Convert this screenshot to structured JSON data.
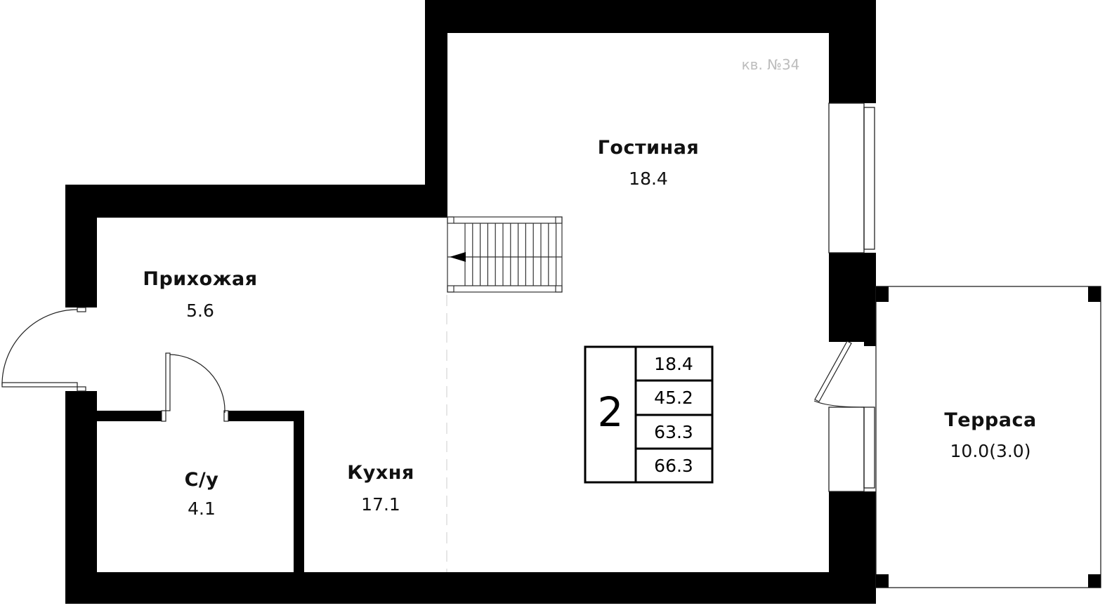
{
  "apartment_label": "кв. №34",
  "rooms": [
    {
      "name": "Гостиная",
      "area": "18.4"
    },
    {
      "name": "Прихожая",
      "area": "5.6"
    },
    {
      "name": "С/у",
      "area": "4.1"
    },
    {
      "name": "Кухня",
      "area": "17.1"
    },
    {
      "name": "Терраса",
      "area": "10.0(3.0)"
    }
  ],
  "summary": {
    "rooms_count": "2",
    "values": [
      "18.4",
      "45.2",
      "63.3",
      "66.3"
    ]
  },
  "colors": {
    "wall": "#000000",
    "line": "#222222",
    "muted": "#bdbdbd"
  }
}
